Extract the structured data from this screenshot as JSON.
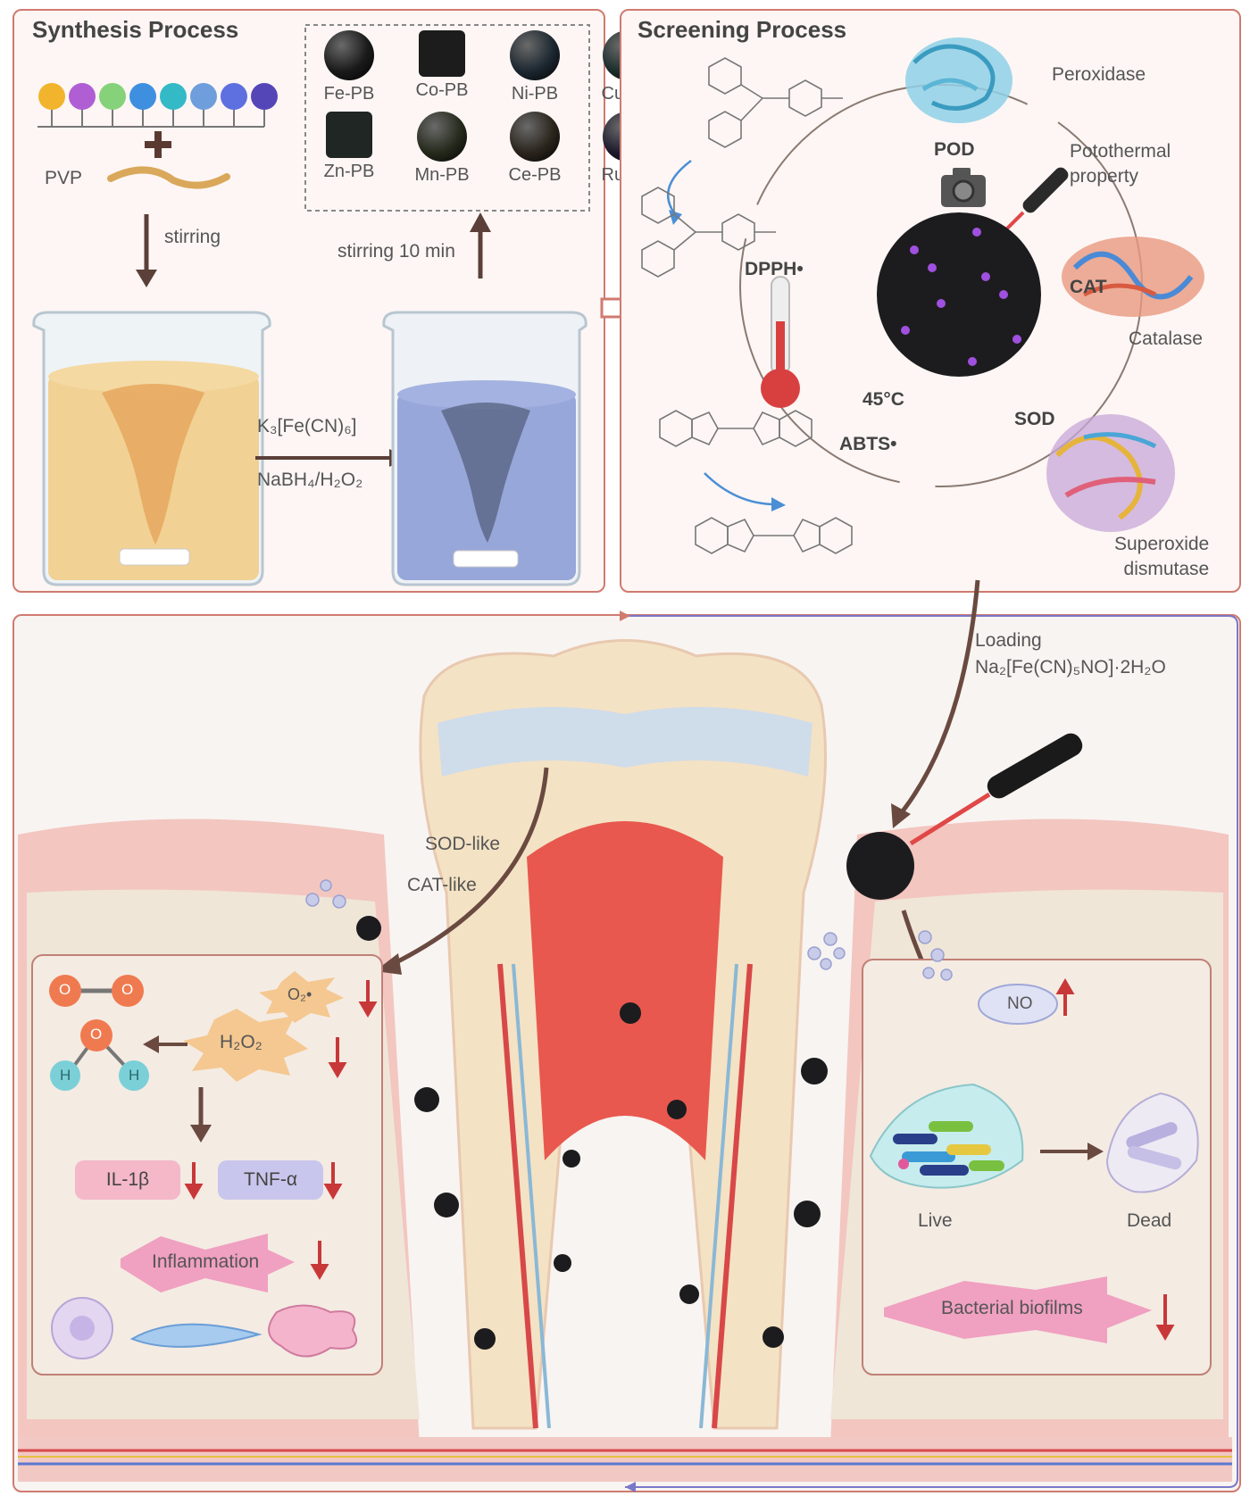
{
  "synthesis": {
    "title": "Synthesis Process",
    "pvp_label": "PVP",
    "stirring_label": "stirring",
    "stirring10_label": "stirring 10 min",
    "reagent1": "K₃[Fe(CN)₆]",
    "reagent2": "NaBH₄/H₂O₂",
    "ion_colors": [
      "#f2b42c",
      "#b05ed4",
      "#86d27a",
      "#3f8fe0",
      "#34b9c6",
      "#6f9edc",
      "#5e6fe0",
      "#5546b8"
    ],
    "pb_nanoparticles": [
      {
        "name": "Fe-PB",
        "shape": "sphere",
        "color": "#1a1a1a"
      },
      {
        "name": "Co-PB",
        "shape": "cube",
        "color": "#1c1c1c"
      },
      {
        "name": "Ni-PB",
        "shape": "sphere",
        "color": "#1c2730"
      },
      {
        "name": "Cu-PB",
        "shape": "sphere",
        "color": "#1a2e2c"
      },
      {
        "name": "Zn-PB",
        "shape": "cube",
        "color": "#1f2623"
      },
      {
        "name": "Mn-PB",
        "shape": "sphere",
        "color": "#262a1c"
      },
      {
        "name": "Ce-PB",
        "shape": "sphere",
        "color": "#2a241c"
      },
      {
        "name": "Ru-PB",
        "shape": "sphere",
        "color": "#1e1a2e"
      }
    ]
  },
  "screening": {
    "title": "Screening Process",
    "peroxidase": "Peroxidase",
    "pod": "POD",
    "photothermal": "Potothermal\nproperty",
    "dpph": "DPPH•",
    "cat": "CAT",
    "catalase": "Catalase",
    "temperature": "45°C",
    "sod": "SOD",
    "abts": "ABTS•",
    "superoxide": "Superoxide\ndismutase"
  },
  "therapy": {
    "loading": "Loading",
    "loading_compound": "Na₂[Fe(CN)₅NO]·2H₂O",
    "sod_like": "SOD-like",
    "cat_like": "CAT-like",
    "o2": "O₂•",
    "h2o2": "H₂O₂",
    "il1b": "IL-1β",
    "tnfa": "TNF-α",
    "inflammation": "Inflammation",
    "no": "NO",
    "live": "Live",
    "dead": "Dead",
    "biofilms": "Bacterial biofilms",
    "atom_o": "O",
    "atom_h": "H"
  }
}
